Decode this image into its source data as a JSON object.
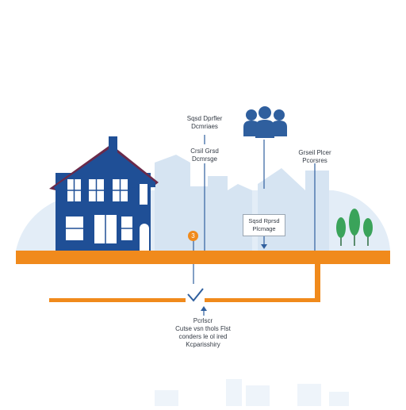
{
  "labels": {
    "top_left": [
      "Sqsd Dprfler",
      "Dcmriaes"
    ],
    "mid_left": [
      "Crsil Grsd",
      "Dcmrsge"
    ],
    "right": [
      "Grseil Plcer",
      "Pcorsres"
    ],
    "center_box": [
      "Sqsd Rprsd",
      "Plcmage"
    ],
    "bottom": [
      "Pcrlscr",
      "Cutse vsn thols Flst",
      "conders le ol ired",
      "Kcparisshiry"
    ]
  },
  "marker_number": "3",
  "icons": [
    "house-icon",
    "people-group-icon",
    "tree-icon",
    "checkmark-icon"
  ],
  "colors": {
    "house_blue": "#1f4f96",
    "roof_trim": "#6a2a4a",
    "orange": "#f08a1c",
    "sky_buildings": "#d6e4f2",
    "ground_fill": "#e3edf7",
    "tree_green": "#3aa35a",
    "line_blue": "#2f5f9e"
  }
}
